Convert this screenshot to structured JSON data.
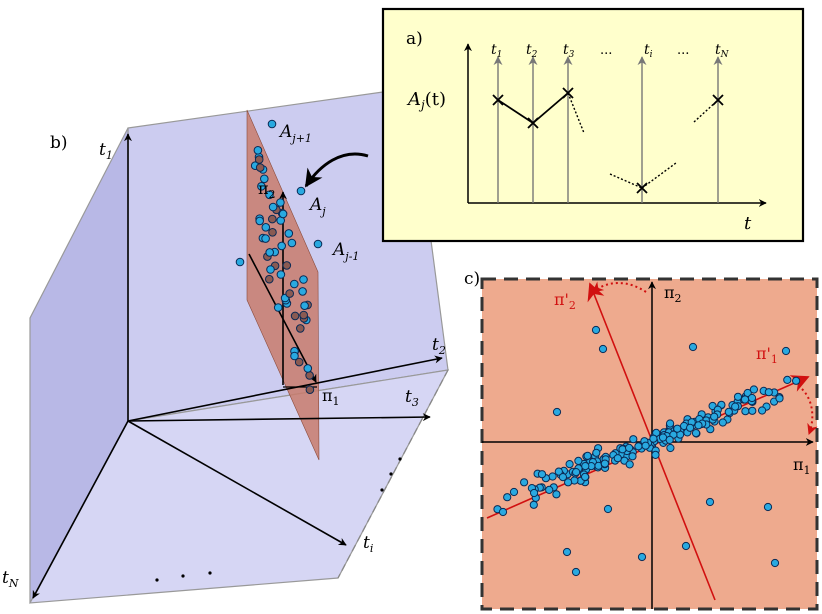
{
  "panels": {
    "a": "a)",
    "b": "b)",
    "c": "c)"
  },
  "panel_a": {
    "ylabel": "A",
    "ylabel_sub": "j",
    "ylabel_tail": "(t)",
    "xlabel": "t",
    "time_labels": [
      {
        "base": "t",
        "sub": "1"
      },
      {
        "base": "t",
        "sub": "2"
      },
      {
        "base": "t",
        "sub": "3"
      },
      {
        "base": "...",
        "sub": ""
      },
      {
        "base": "t",
        "sub": "i"
      },
      {
        "base": "...",
        "sub": ""
      },
      {
        "base": "t",
        "sub": "N"
      }
    ]
  },
  "panel_b": {
    "axes": {
      "t1": {
        "base": "t",
        "sub": "1"
      },
      "t2": {
        "base": "t",
        "sub": "2"
      },
      "t3": {
        "base": "t",
        "sub": "3"
      },
      "ti": {
        "base": "t",
        "sub": "i"
      },
      "tN": {
        "base": "t",
        "sub": "N"
      }
    },
    "pi1": {
      "base": "π",
      "sub": "1"
    },
    "pi2": {
      "base": "π",
      "sub": "2"
    },
    "point_labels": {
      "next": {
        "base": "A",
        "sub": "j+1"
      },
      "current": {
        "base": "A",
        "sub": "j"
      },
      "previous": {
        "base": "A",
        "sub": "j-1"
      }
    }
  },
  "panel_c": {
    "pi1": {
      "base": "π",
      "sub": "1"
    },
    "pi2": {
      "base": "π",
      "sub": "2"
    },
    "pi1_rot": {
      "base": "π'",
      "sub": "1"
    },
    "pi2_rot": {
      "base": "π'",
      "sub": "2"
    }
  },
  "colors": {
    "inset_bg": "#ffffcc",
    "plane_fill": "#c9cbee",
    "plane_edge": "#9a9a9a",
    "pca_plane": "#c87b6c",
    "panel_c_bg": "#eeaa8e",
    "dot_fill": "#29a9e0",
    "dot_edge": "#0a2a55",
    "red_axis": "#d11010"
  }
}
